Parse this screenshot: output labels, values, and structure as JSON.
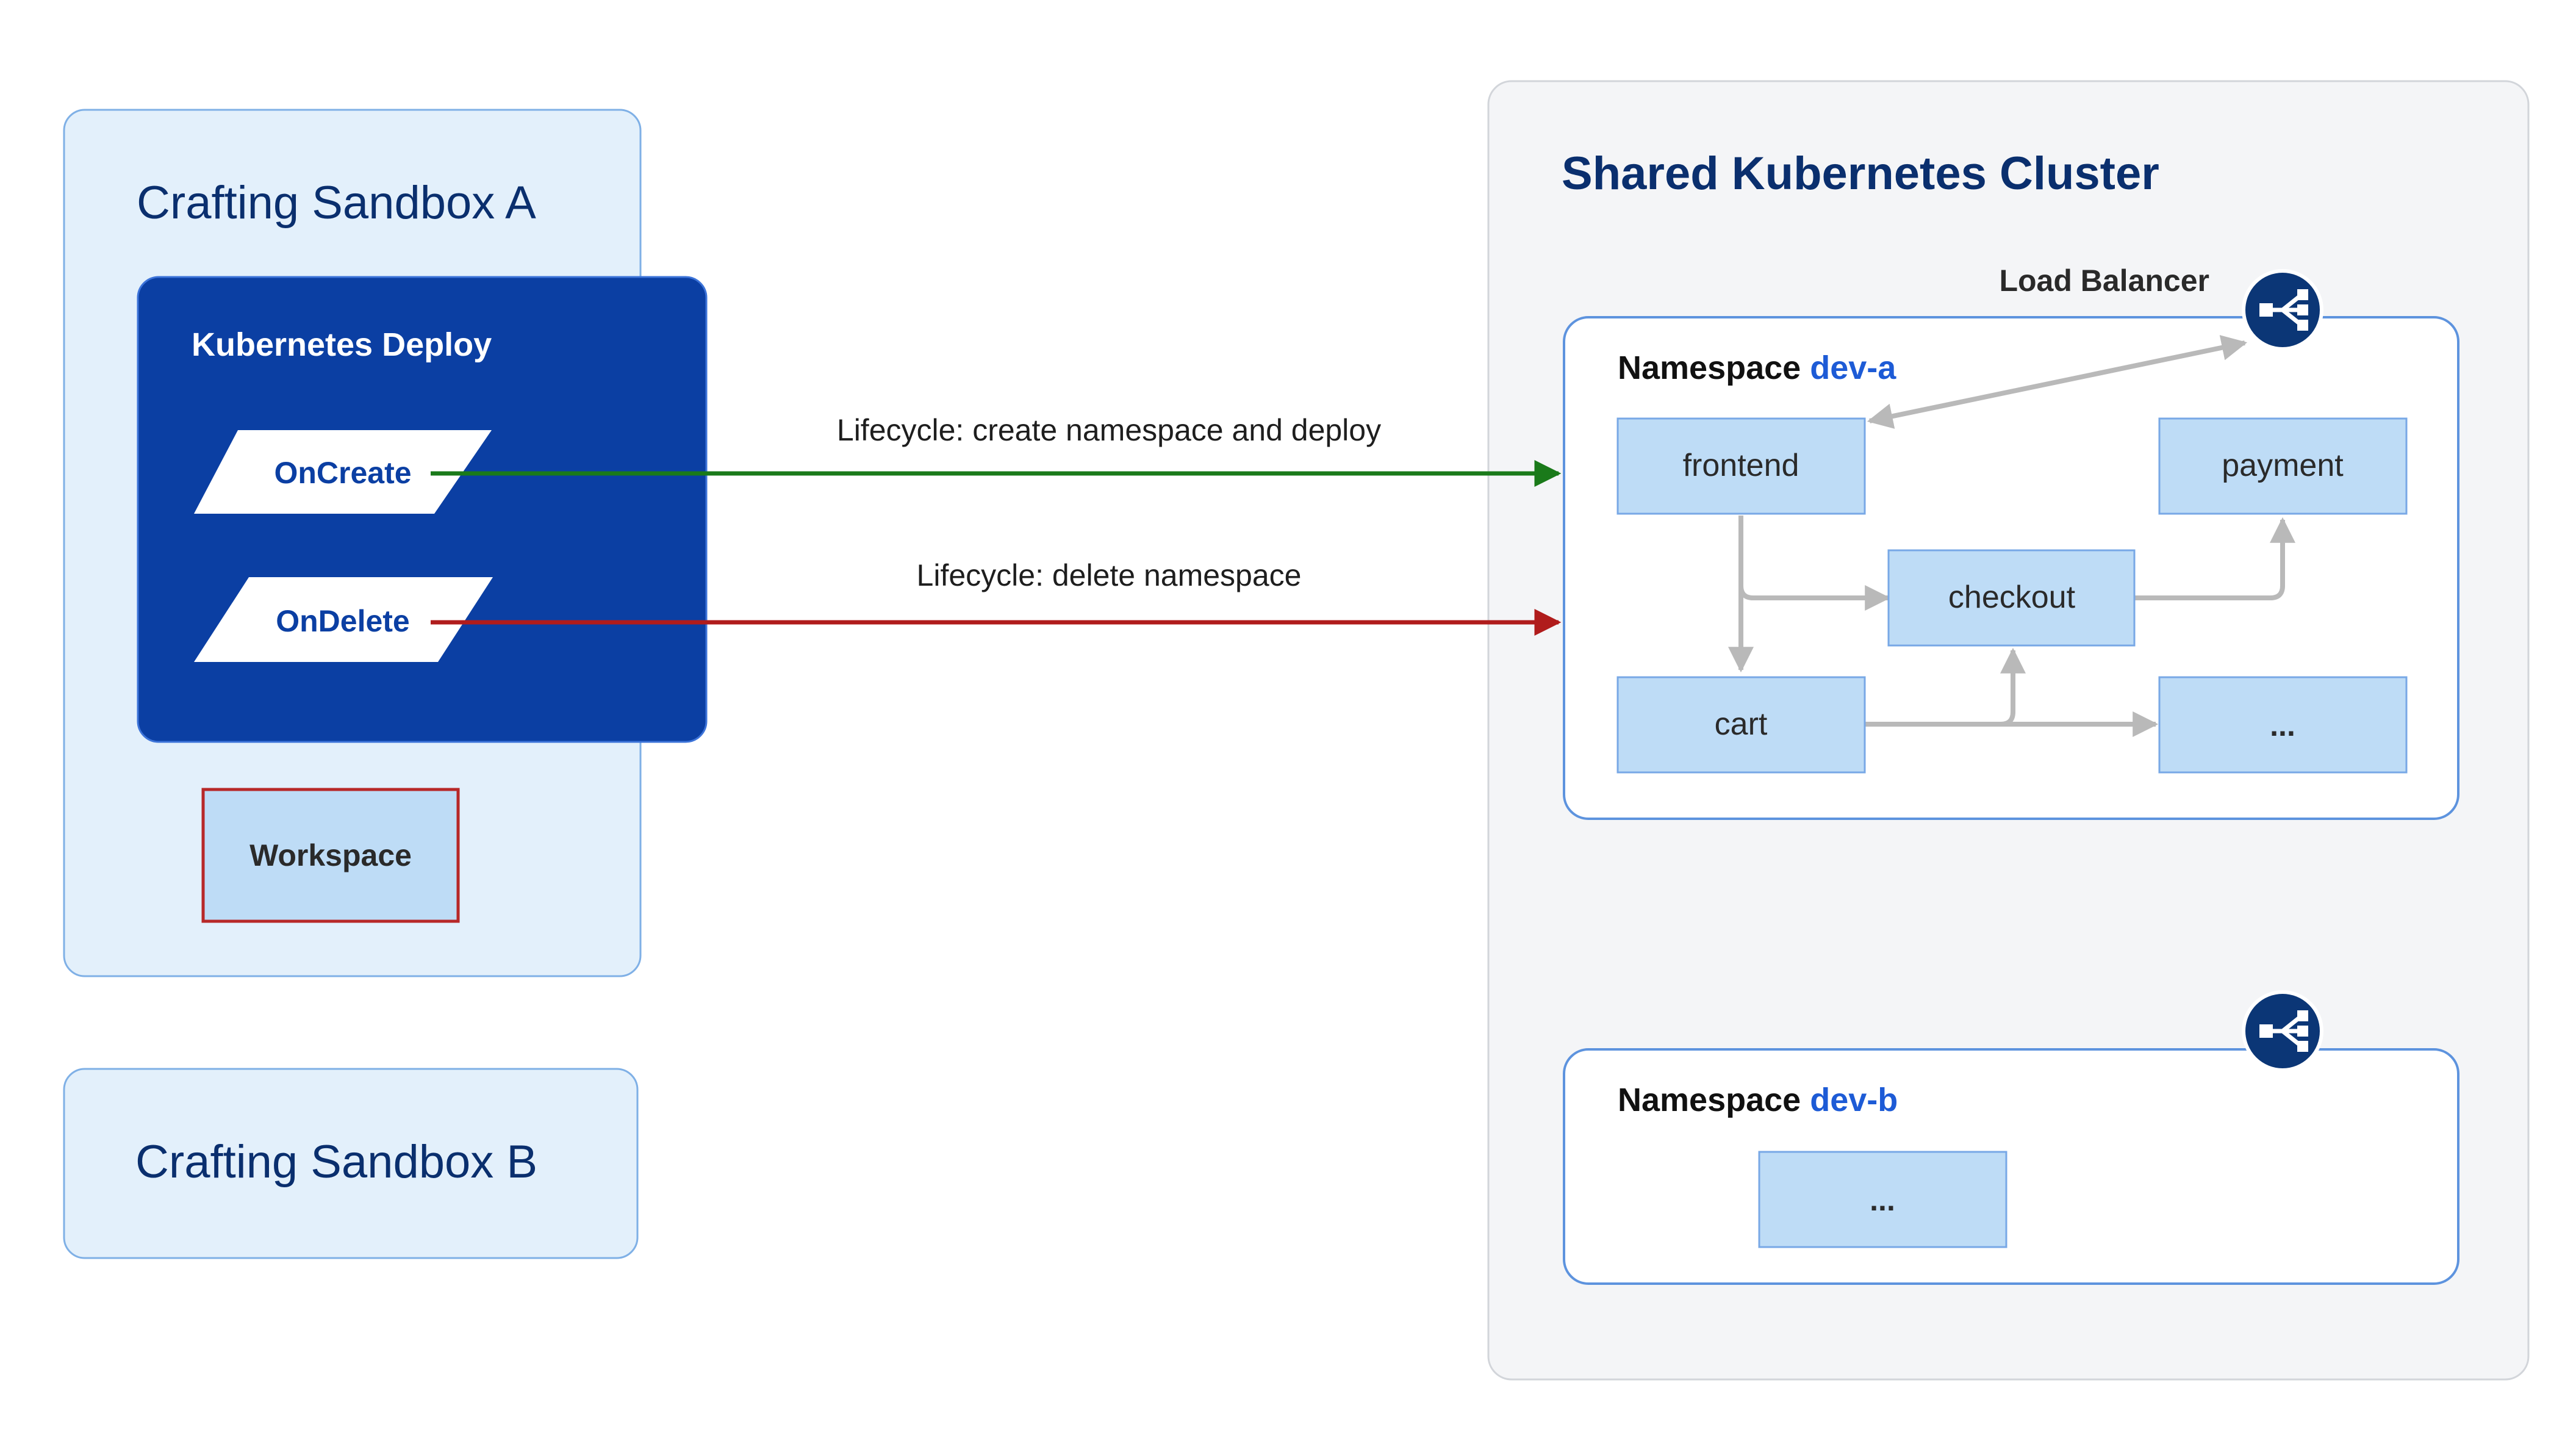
{
  "sandbox_a": {
    "title": "Crafting Sandbox A",
    "deploy": {
      "title": "Kubernetes Deploy",
      "on_create": "OnCreate",
      "on_delete": "OnDelete"
    },
    "workspace": "Workspace"
  },
  "sandbox_b": {
    "title": "Crafting Sandbox B"
  },
  "arrows": {
    "create_label": "Lifecycle: create namespace and deploy",
    "delete_label": "Lifecycle: delete namespace"
  },
  "cluster": {
    "title": "Shared Kubernetes Cluster",
    "load_balancer_label": "Load Balancer",
    "namespace_a": {
      "prefix": "Namespace",
      "name": "dev-a",
      "services": {
        "frontend": "frontend",
        "payment": "payment",
        "checkout": "checkout",
        "cart": "cart",
        "more": "..."
      }
    },
    "namespace_b": {
      "prefix": "Namespace",
      "name": "dev-b",
      "services": {
        "more": "..."
      }
    }
  },
  "colors": {
    "deploy_bg": "#0b3fa3",
    "title_navy": "#0a2f6e",
    "namespace_name": "#1d5bd6",
    "service_fill": "#bedcf6",
    "service_stroke": "#78a8e6",
    "sandbox_fill": "#e3f0fb",
    "sandbox_stroke": "#7fb0e6",
    "cluster_fill": "#f4f5f7",
    "cluster_stroke": "#d2d5da",
    "create_arrow": "#1a7a1a",
    "delete_arrow": "#b01c1c",
    "flow_arrow": "#b9b9b9",
    "workspace_stroke": "#b72828",
    "lb_icon": "#0b3676"
  },
  "icons": {
    "load_balancer": "load-balancer-icon"
  }
}
